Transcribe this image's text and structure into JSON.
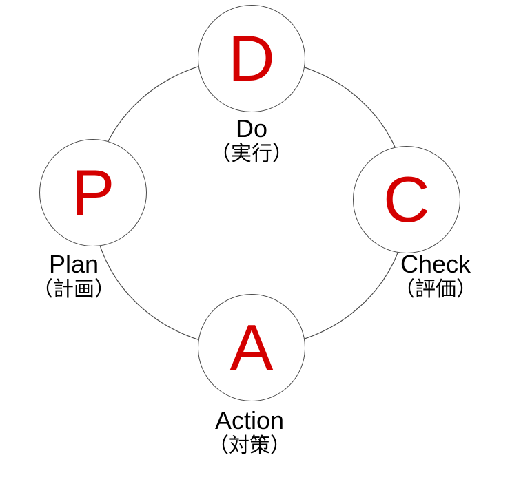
{
  "diagram": {
    "type": "cycle",
    "nodes": [
      {
        "id": "do",
        "letter": "D",
        "label": "Do",
        "label_ja": "（実行）"
      },
      {
        "id": "check",
        "letter": "C",
        "label": "Check",
        "label_ja": "（評価）"
      },
      {
        "id": "action",
        "letter": "A",
        "label": "Action",
        "label_ja": "（対策）"
      },
      {
        "id": "plan",
        "letter": "P",
        "label": "Plan",
        "label_ja": "（計画）"
      }
    ],
    "colors": {
      "letter": "#d40000",
      "stroke": "#4a4a4a",
      "text": "#000000",
      "background": "#ffffff"
    }
  }
}
